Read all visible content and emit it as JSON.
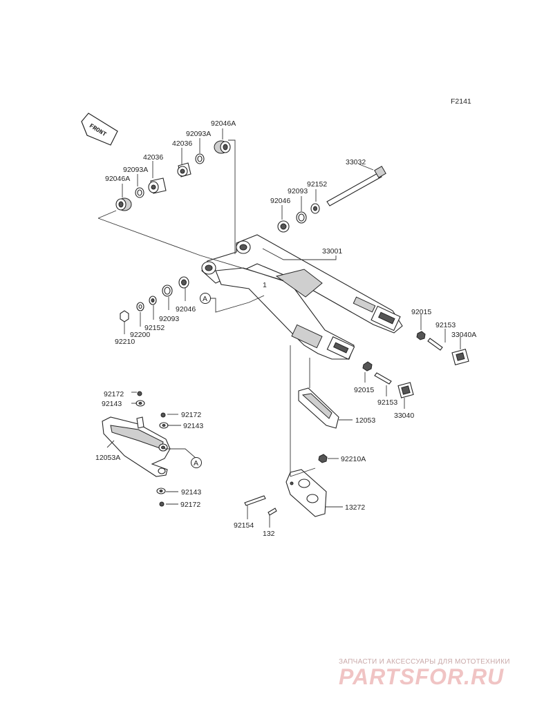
{
  "figure_code": "F2141",
  "front_marker": "FRONT",
  "callouts": {
    "a1": "A",
    "a2": "A"
  },
  "labels": {
    "p92046A_top": "92046A",
    "p92093A_top": "92093A",
    "p42036_top": "42036",
    "p42036_left": "42036",
    "p92093A_left": "92093A",
    "p92046A_left": "92046A",
    "p33032": "33032",
    "p92152_top": "92152",
    "p92093_top": "92093",
    "p92046_top": "92046",
    "p33001": "33001",
    "p92046_mid": "92046",
    "p92093_mid": "92093",
    "p92152_mid": "92152",
    "p92200": "92200",
    "p92210": "92210",
    "p92015_right": "92015",
    "p92153_right": "92153",
    "p33040A": "33040A",
    "p92015_low": "92015",
    "p92153_low": "92153",
    "p33040": "33040",
    "p12053": "12053",
    "p92172_a": "92172",
    "p92143_a": "92143",
    "p92172_b": "92172",
    "p92143_b": "92143",
    "p12053A": "12053A",
    "p92143_c": "92143",
    "p92172_c": "92172",
    "p92210A": "92210A",
    "p13272": "13272",
    "p92154": "92154",
    "p132": "132"
  },
  "watermark": {
    "tagline": "ЗАПЧАСТИ И АКСЕССУАРЫ ДЛЯ МОТОТЕХНИКИ",
    "brand": "PARTSFOR.RU"
  }
}
